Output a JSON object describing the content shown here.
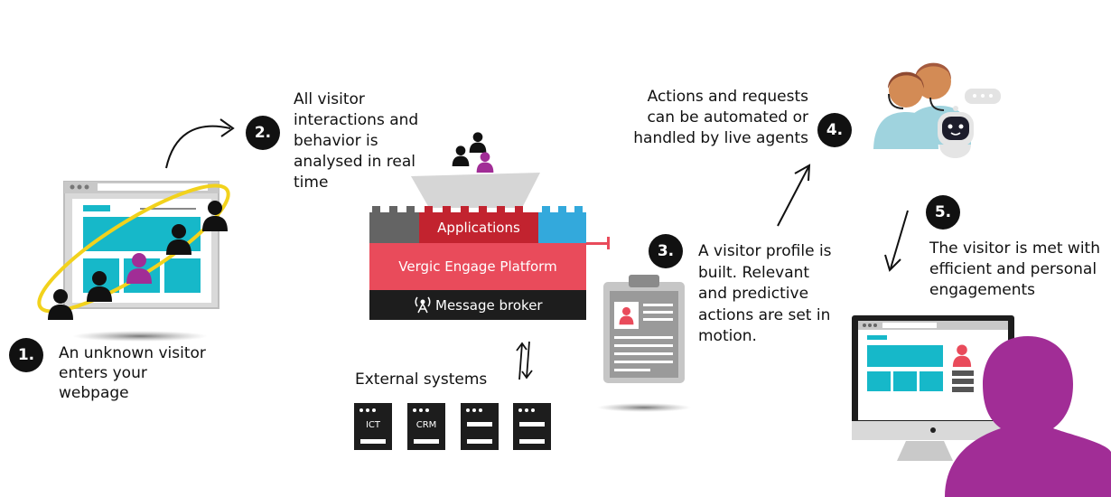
{
  "steps": [
    {
      "number": "1.",
      "text_lines": [
        "An unknown visitor",
        "enters your",
        "webpage"
      ]
    },
    {
      "number": "2.",
      "text_lines": [
        "All visitor",
        "interactions and",
        "behavior is",
        "analysed in real",
        "time"
      ]
    },
    {
      "number": "3.",
      "text_lines": [
        "A visitor profile is",
        "built. Relevant",
        "and predictive",
        "actions are set in",
        "motion."
      ]
    },
    {
      "number": "4.",
      "text_lines": [
        "Actions and requests",
        "can be automated or",
        "handled by live agents"
      ]
    },
    {
      "number": "5.",
      "text_lines": [
        "The visitor is met with",
        "efficient and personal",
        "engagements"
      ]
    }
  ],
  "platform": {
    "applications": "Applications",
    "engage_platform": "Vergic Engage Platform",
    "message_broker": "Message broker"
  },
  "external": {
    "title": "External systems",
    "servers": [
      "ICT",
      "CRM",
      "",
      ""
    ]
  },
  "colors": {
    "teal": "#16b8c9",
    "purple": "#a12d96",
    "pink": "#e94b5b",
    "red": "#c2232f",
    "yellow": "#f2d21c",
    "blue": "#33a9dc",
    "dark": "#1d1d1d"
  }
}
